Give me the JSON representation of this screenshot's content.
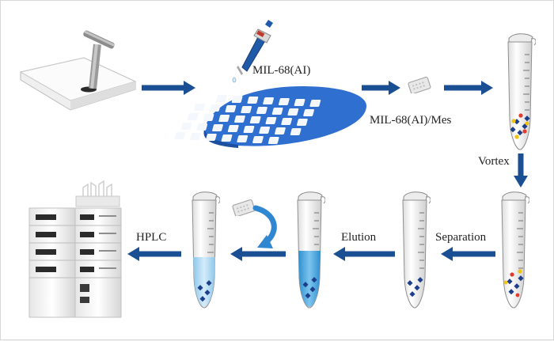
{
  "labels": {
    "adsorbent": "MIL-68(AI)",
    "composite": "MIL-68(AI)/Mes",
    "vortex": "Vortex",
    "separation": "Separation",
    "elution": "Elution",
    "hplc": "HPLC"
  },
  "colors": {
    "arrow": "#1b4f93",
    "plate": "#2f6fd0",
    "liquid": "#4fa9e0",
    "particle": "#1d3e8a"
  },
  "icons": [
    "punch-tool-icon",
    "pipette-icon",
    "well-plate-icon",
    "sorbent-chip-icon",
    "tube-icon",
    "hplc-instrument-icon"
  ]
}
